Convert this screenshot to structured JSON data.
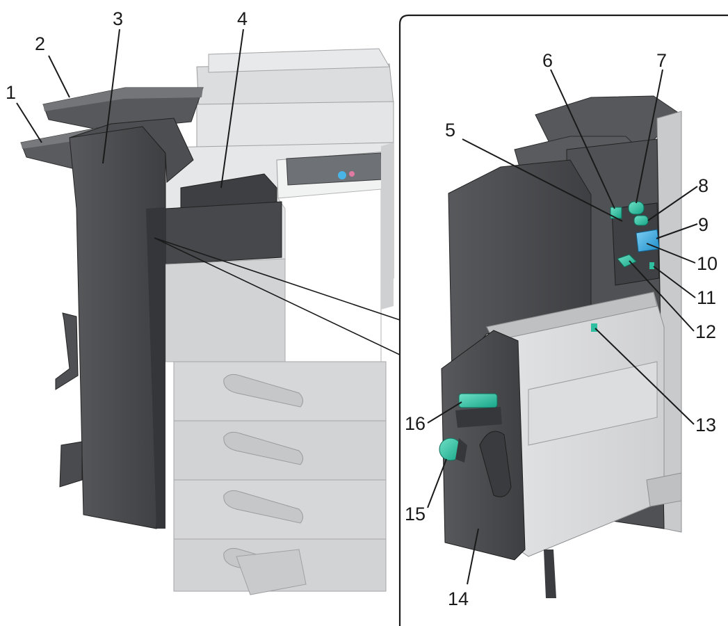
{
  "figure": {
    "callouts": [
      {
        "id": "1",
        "label": "1"
      },
      {
        "id": "2",
        "label": "2"
      },
      {
        "id": "3",
        "label": "3"
      },
      {
        "id": "4",
        "label": "4"
      },
      {
        "id": "5",
        "label": "5"
      },
      {
        "id": "6",
        "label": "6"
      },
      {
        "id": "7",
        "label": "7"
      },
      {
        "id": "8",
        "label": "8"
      },
      {
        "id": "9",
        "label": "9"
      },
      {
        "id": "10",
        "label": "10"
      },
      {
        "id": "11",
        "label": "11"
      },
      {
        "id": "12",
        "label": "12"
      },
      {
        "id": "13",
        "label": "13"
      },
      {
        "id": "14",
        "label": "14"
      },
      {
        "id": "15",
        "label": "15"
      },
      {
        "id": "16",
        "label": "16"
      }
    ],
    "colors": {
      "body_dark": "#4a4b4e",
      "body_mid": "#6b6c6f",
      "copier_light": "#d9dadb",
      "accent_green": "#2fbfa0",
      "accent_blue": "#39a7e0",
      "line": "#1a1a1a"
    }
  }
}
